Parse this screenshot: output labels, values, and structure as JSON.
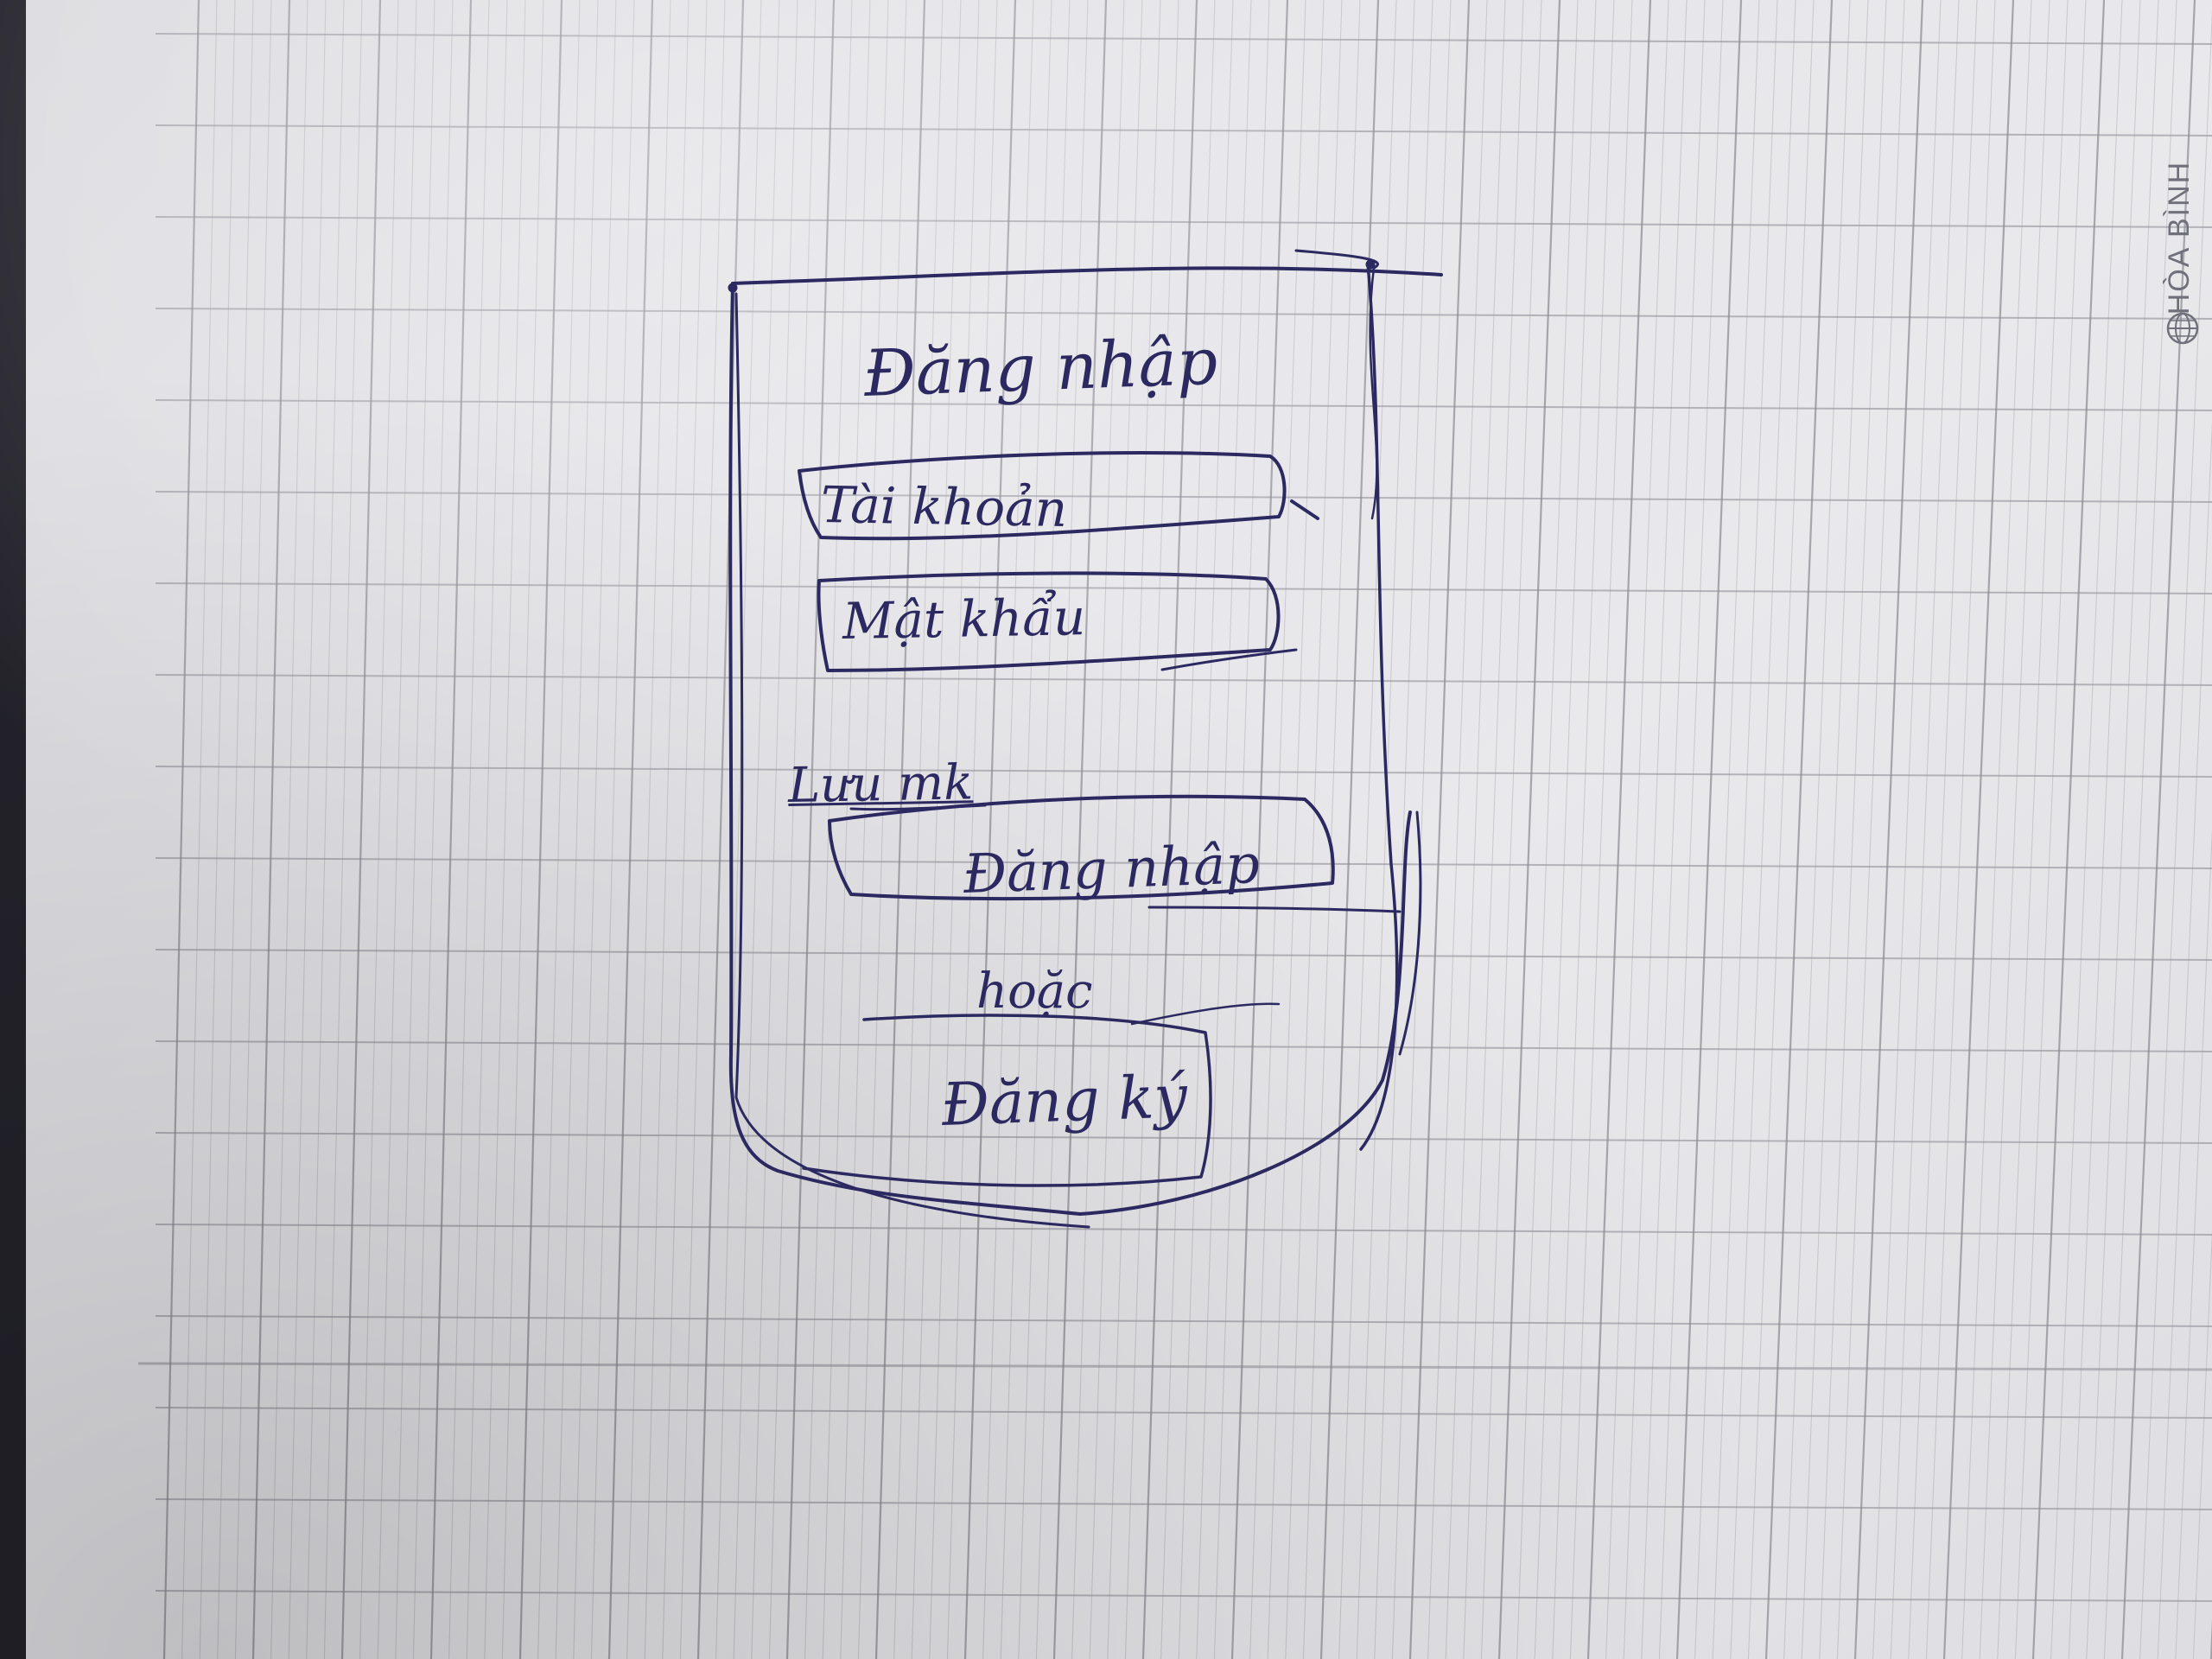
{
  "brand": {
    "name": "HÒA BÌNH",
    "icon": "globe-icon"
  },
  "sketch": {
    "title": "Đăng nhập",
    "username_label": "Tài khoản",
    "password_label": "Mật khẩu",
    "remember_label": "Lưu mk",
    "login_button_label": "Đăng nhập",
    "or_text": "hoặc",
    "register_label": "Đăng ký"
  },
  "colors": {
    "paper": "#e6e6ea",
    "grid_line": "#8d8d96",
    "ink": "#2b2960",
    "background": "#24232b"
  }
}
